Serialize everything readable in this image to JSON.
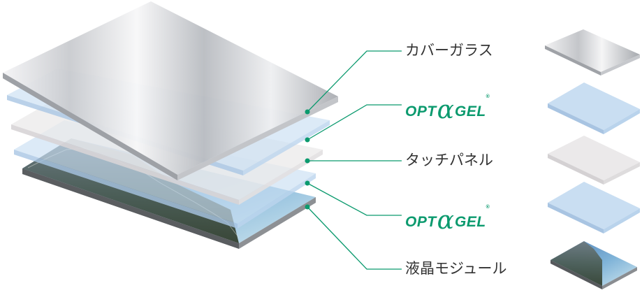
{
  "layers": [
    {
      "label": "カバーガラス",
      "kind": "text",
      "material": "glass"
    },
    {
      "label_prefix": "OPT",
      "label_symbol": "α",
      "label_suffix": "GEL",
      "label_mark": "®",
      "kind": "brand",
      "material": "gel"
    },
    {
      "label": "タッチパネル",
      "kind": "text",
      "material": "touch"
    },
    {
      "label_prefix": "OPT",
      "label_symbol": "α",
      "label_suffix": "GEL",
      "label_mark": "®",
      "kind": "brand",
      "material": "gel"
    },
    {
      "label": "液晶モジュール",
      "kind": "text",
      "material": "lcd"
    }
  ],
  "colors": {
    "leader_line": "#0b9a6e",
    "brand_text": "#0b9a6e",
    "label_text": "#333333",
    "gel": "#c9def2",
    "touch": "#ebe9ea"
  }
}
